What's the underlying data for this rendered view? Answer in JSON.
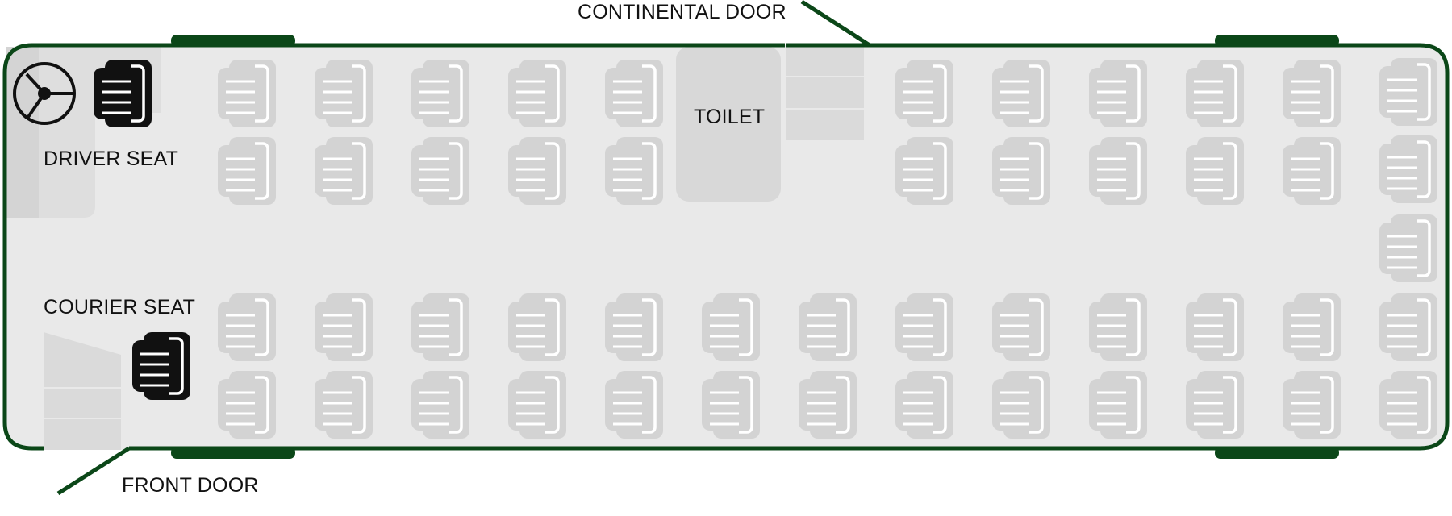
{
  "labels": {
    "continental_door": "CONTINENTAL DOOR",
    "toilet": "TOILET",
    "driver_seat": "DRIVER SEAT",
    "courier_seat": "COURIER SEAT",
    "front_door": "FRONT DOOR"
  },
  "colors": {
    "body_outline": "#0b4718",
    "floor": "#e9e9e9",
    "passenger_seat": "#d3d3d3",
    "crew_seat": "#111111",
    "steps": "#d9d9d9"
  },
  "icons": {
    "steering": "steering-wheel-icon",
    "seat": "seat-icon"
  },
  "seat_layout": {
    "left_side_upper_rows": [
      [
        1,
        1,
        1,
        1,
        1,
        0,
        0,
        1,
        1,
        1,
        1,
        1,
        1
      ],
      [
        1,
        1,
        1,
        1,
        1,
        0,
        0,
        1,
        1,
        1,
        1,
        1,
        1
      ]
    ],
    "extra_rear_seat": 1,
    "lower_rows": [
      [
        1,
        1,
        1,
        1,
        1,
        1,
        1,
        1,
        1,
        1,
        1,
        1,
        1
      ],
      [
        1,
        1,
        1,
        1,
        1,
        1,
        1,
        1,
        1,
        1,
        1,
        1,
        1
      ]
    ]
  }
}
